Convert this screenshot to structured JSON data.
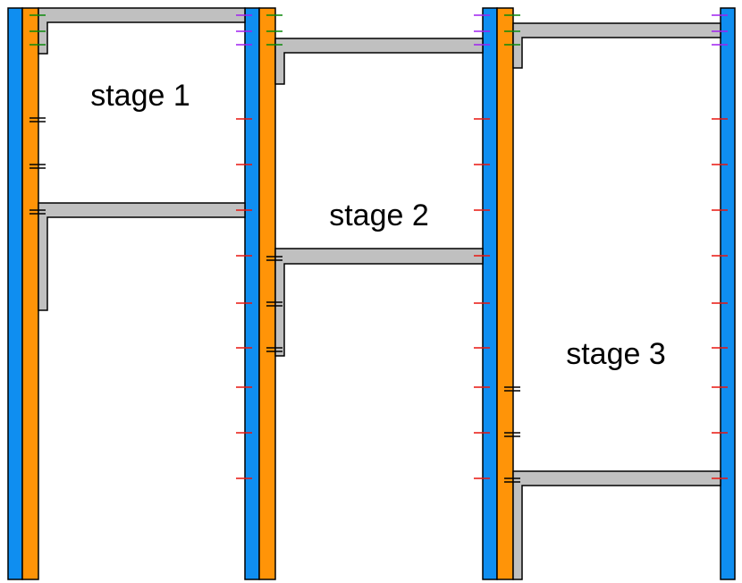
{
  "diagram": {
    "labels": {
      "stage1": "stage 1",
      "stage2": "stage 2",
      "stage3": "stage 3"
    },
    "colors": {
      "column": "#0f8ef0",
      "liner": "#ff9408",
      "slab": "#c0c0c0",
      "outline": "#000000",
      "tick_red": "#e8150f",
      "tick_purple": "#a020f0",
      "tick_green": "#0a8a0a",
      "tick_black": "#000000"
    }
  }
}
